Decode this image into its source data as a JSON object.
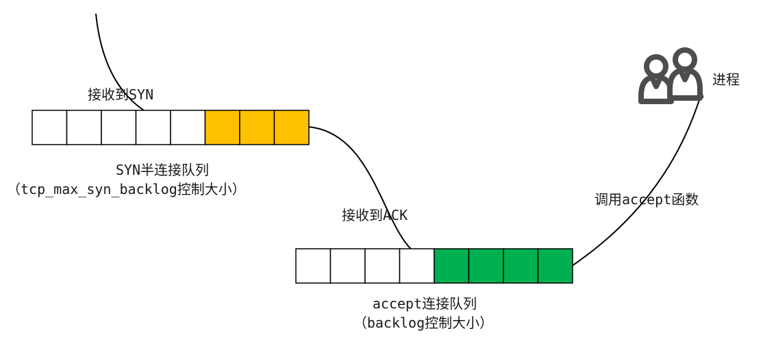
{
  "labels": {
    "receive_syn": "接收到SYN",
    "syn_queue_title": "SYN半连接队列",
    "syn_queue_note": "（tcp_max_syn_backlog控制大小）",
    "receive_ack": "接收到ACK",
    "accept_queue_title": "accept连接队列",
    "accept_queue_note": "（backlog控制大小）",
    "call_accept": "调用accept函数",
    "process": "进程"
  },
  "queues": {
    "syn": {
      "total_slots": 8,
      "filled_slots": 3,
      "fill_color": "#FFC000"
    },
    "accept": {
      "total_slots": 8,
      "filled_slots": 4,
      "fill_color": "#00B050"
    }
  },
  "icons": {
    "process": "user-group-icon"
  },
  "colors": {
    "stroke": "#000000",
    "icon_stroke": "#4d4d4d"
  }
}
